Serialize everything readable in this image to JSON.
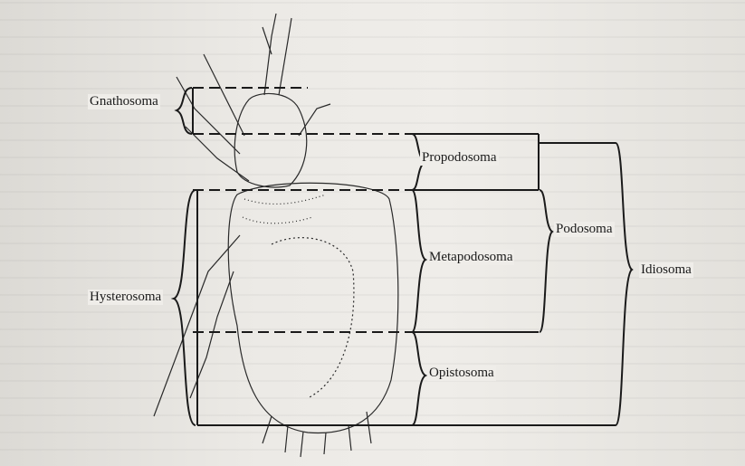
{
  "labels": {
    "gnathosoma": "Gnathosoma",
    "hysterosoma": "Hysterosoma",
    "propodosoma": "Propodosoma",
    "metapodosoma": "Metapodosoma",
    "opistosoma": "Opistosoma",
    "podosoma": "Podosoma",
    "idiosoma": "Idiosoma"
  },
  "colors": {
    "ink": "#1a1a1a",
    "paper": "#efede9"
  }
}
